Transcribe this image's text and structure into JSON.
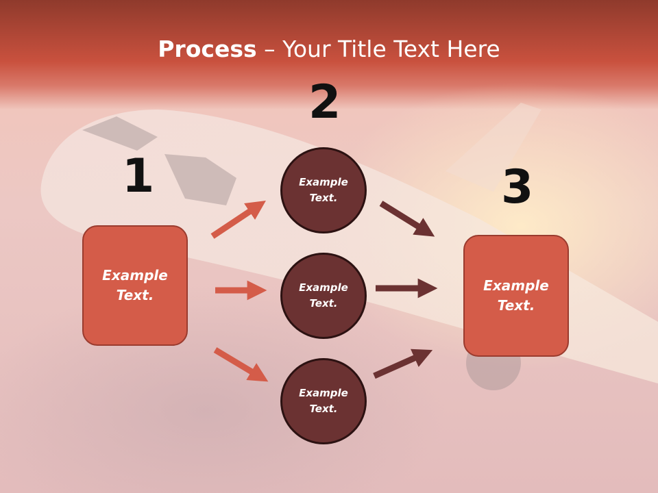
{
  "slide": {
    "title_bold": "Process",
    "title_rest": " – Your Title Text Here"
  },
  "steps": {
    "step1": {
      "number": "1",
      "text": "Example Text."
    },
    "step2": {
      "number": "2",
      "circles": [
        "Example Text.",
        "Example Text.",
        "Example Text."
      ]
    },
    "step3": {
      "number": "3",
      "text": "Example Text."
    }
  },
  "colors": {
    "title_band": "#c9513e",
    "box_fill": "#d45c49",
    "circle_fill": "#6b3232",
    "arrow_light": "#d45c49",
    "arrow_dark": "#6b3232"
  }
}
